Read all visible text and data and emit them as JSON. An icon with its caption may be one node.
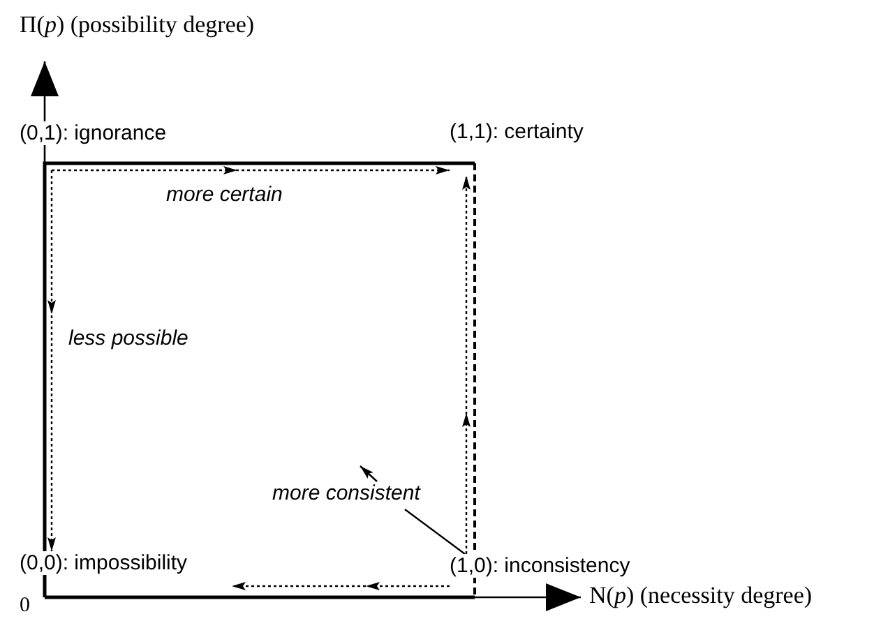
{
  "diagram": {
    "nodes": [
      {
        "text": [
          "(0,1): ignorance"
        ]
      },
      {
        "text": [
          "(1,1): certainty"
        ]
      },
      {
        "text": [
          "(0,0): impossibility"
        ]
      },
      {
        "text": [
          "(1,0): inconsistency"
        ]
      }
    ],
    "edges": [
      {
        "from": 0,
        "to": 1,
        "arrow": "to",
        "label": "more certain",
        "style": "dashed"
      },
      {
        "from": 0,
        "to": 2,
        "arrow": "to",
        "label": "less possible",
        "style": "dashed"
      },
      {
        "from": 3,
        "to": 1,
        "arrow": "to",
        "style": "dashed"
      },
      {
        "from": 3,
        "to": 2,
        "arrow": "to",
        "style": "dashed"
      },
      {
        "from": 3,
        "to": null,
        "arrow": "to",
        "label": "more consistent"
      }
    ],
    "labels": [
      "Π(*p*) (possibility degree)",
      "N(*p*) (necessity degree)",
      "0"
    ]
  }
}
